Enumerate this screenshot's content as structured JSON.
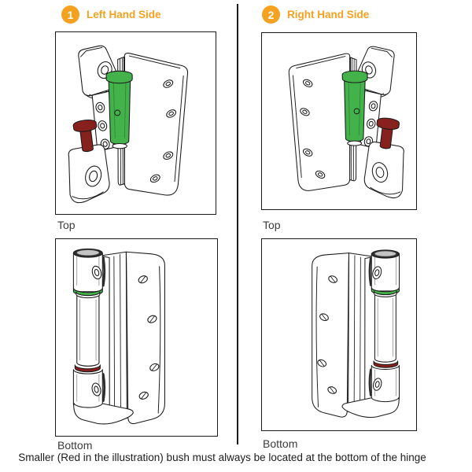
{
  "colors": {
    "accent_orange": "#F4A11F",
    "bush_green": "#43B24B",
    "bush_green_dark": "#2B8A33",
    "bush_red": "#87211D",
    "line": "#1A1A1A",
    "label_text": "#3C3C3C",
    "background": "#FFFFFF"
  },
  "panels": {
    "left": {
      "number": "1",
      "title": "Left Hand Side",
      "top_label": "Top",
      "bottom_label": "Bottom",
      "top_illustration": "exploded-hinge-left-hand-icon",
      "bottom_illustration": "assembled-hinge-left-hand-icon"
    },
    "right": {
      "number": "2",
      "title": "Right Hand Side",
      "top_label": "Top",
      "bottom_label": "Bottom",
      "top_illustration": "exploded-hinge-right-hand-icon",
      "bottom_illustration": "assembled-hinge-right-hand-icon"
    }
  },
  "caption": {
    "text": "Smaller (Red in the illustration) bush must always be located at the bottom of the hinge"
  }
}
